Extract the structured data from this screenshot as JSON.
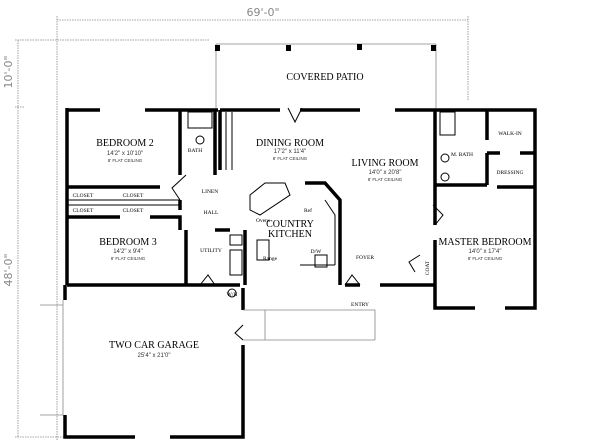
{
  "dimensions": {
    "width": "69'-0\"",
    "patio_depth": "10'-0\"",
    "depth": "48'-0\""
  },
  "rooms": {
    "covered_patio": {
      "name": "COVERED PATIO"
    },
    "bedroom2": {
      "name": "BEDROOM 2",
      "size": "14'2\" x 10'10\"",
      "ceiling": "8' FLAT CEILING"
    },
    "bedroom3": {
      "name": "BEDROOM 3",
      "size": "14'2\" x 9'4\"",
      "ceiling": "8' FLAT CEILING"
    },
    "bath": {
      "name": "BATH"
    },
    "linen": {
      "name": "LINEN"
    },
    "hall": {
      "name": "HALL"
    },
    "utility": {
      "name": "UTILITY"
    },
    "closets": [
      "CLOSET",
      "CLOSET",
      "CLOSET",
      "CLOSET"
    ],
    "dining": {
      "name": "DINING ROOM",
      "size": "17'2\" x 11'4\"",
      "ceiling": "8' FLAT CEILING"
    },
    "kitchen": {
      "name_line1": "COUNTRY",
      "name_line2": "KITCHEN",
      "ovens": "Ovens",
      "range": "Range",
      "ref": "Ref",
      "dw": "D/W"
    },
    "living": {
      "name": "LIVING ROOM",
      "size": "14'0\" x 20'8\"",
      "ceiling": "8' FLAT CEILING"
    },
    "foyer": {
      "name": "FOYER"
    },
    "entry": {
      "name": "ENTRY"
    },
    "coat": {
      "name": "COAT"
    },
    "master_bath": {
      "name": "M. BATH"
    },
    "walk_in": {
      "name": "WALK-IN"
    },
    "dressing": {
      "name": "DRESSING"
    },
    "master": {
      "name": "MASTER BEDROOM",
      "size": "14'0\" x 17'4\"",
      "ceiling": "8' FLAT CEILING"
    },
    "garage": {
      "name": "TWO CAR GARAGE",
      "size": "25'4\" x 21'0\""
    },
    "water_heater": {
      "name": "W/H"
    }
  }
}
